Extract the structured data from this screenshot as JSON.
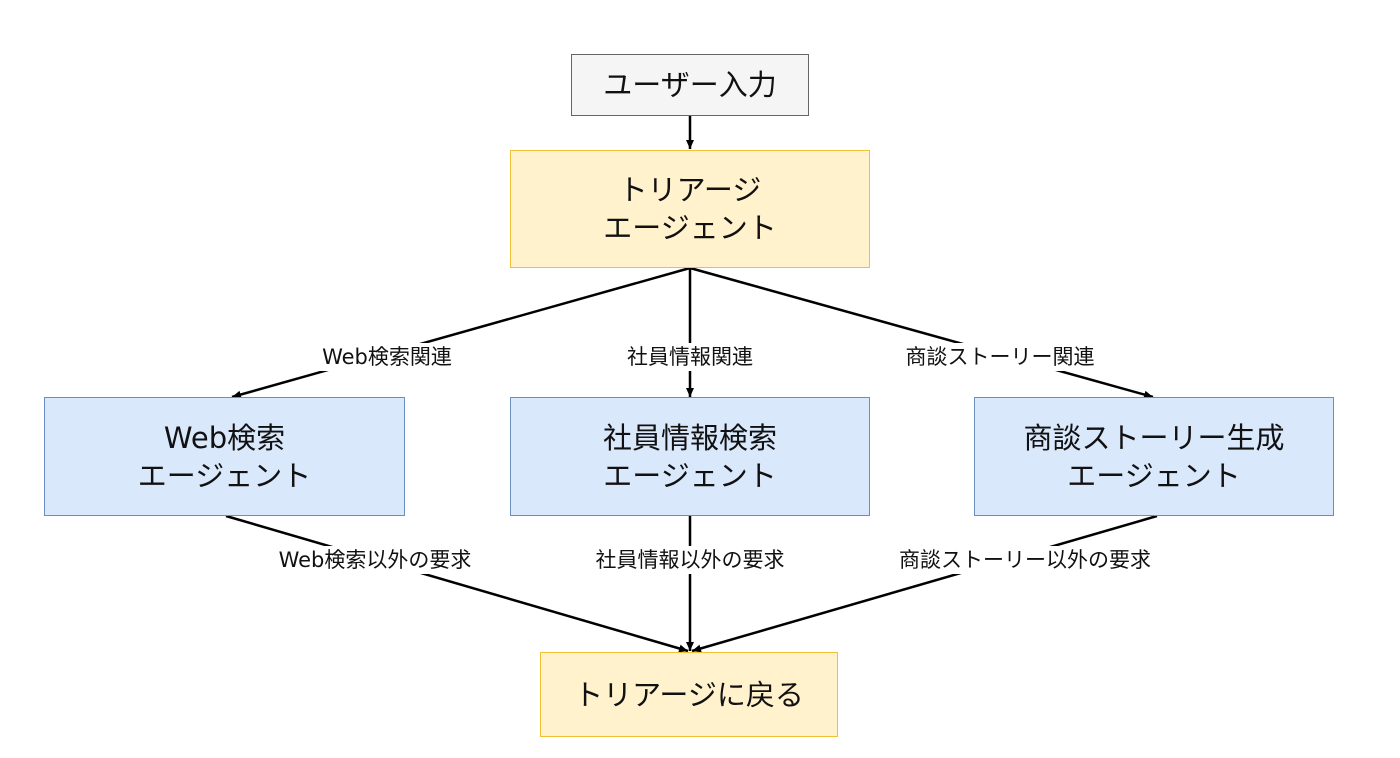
{
  "nodes": {
    "user_input": "ユーザー入力",
    "triage": [
      "トリアージ",
      "エージェント"
    ],
    "web_search": [
      "Web検索",
      "エージェント"
    ],
    "employee_search": [
      "社員情報検索",
      "エージェント"
    ],
    "story": [
      "商談ストーリー生成",
      "エージェント"
    ],
    "return_triage": "トリアージに戻る"
  },
  "edge_labels": {
    "web_related": "Web検索関連",
    "employee_related": "社員情報関連",
    "story_related": "商談ストーリー関連",
    "web_other": "Web検索以外の要求",
    "employee_other": "社員情報以外の要求",
    "story_other": "商談ストーリー以外の要求"
  },
  "colors": {
    "input_fill": "#f5f5f5",
    "input_border": "#666666",
    "triage_fill": "#fff2cc",
    "triage_border": "#f2c037",
    "agent_fill": "#dae8fc",
    "agent_border": "#6c8ebf",
    "edge": "#000000"
  }
}
